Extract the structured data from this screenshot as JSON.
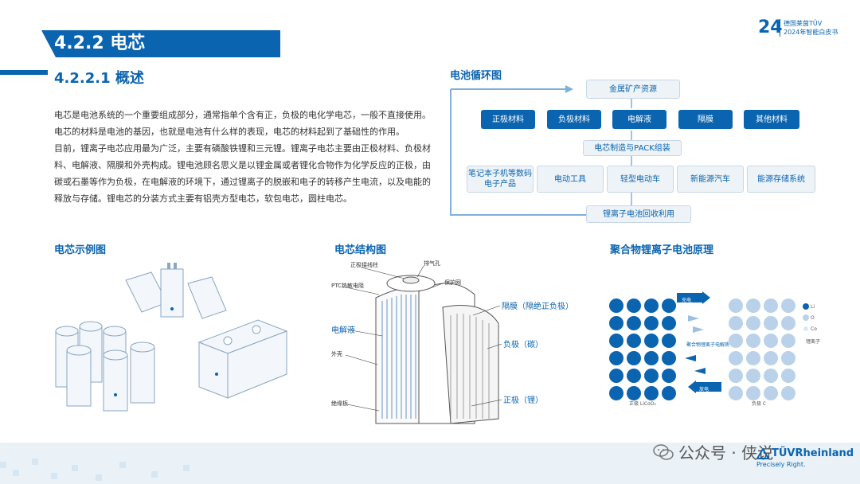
{
  "header": {
    "section_title": "4.2.2 电芯",
    "subsection_num": "4.2.2.1",
    "subsection_label": "概述",
    "page_number": "24",
    "brand_line1": "德国莱茵TÜV",
    "brand_line2": "2024年智能白皮书"
  },
  "body": {
    "paragraphs": [
      "电芯是电池系统的一个重要组成部分，通常指单个含有正，负极的电化学电芯，一般不直接使用。电芯的材料是电池的基因，也就是电池有什么样的表现，电芯的材料起到了基础性的作用。",
      "目前，锂离子电芯应用最为广泛，主要有磷酸铁锂和三元锂。锂离子电芯主要由正极材料、负极材料、电解液、隔膜和外壳构成。锂电池顾名思义是以锂金属或者锂化合物作为化学反应的正极，由碳或石墨等作为负极，在电解液的环境下，通过锂离子的脱嵌和电子的转移产生电流，以及电能的释放与存储。锂电芯的分装方式主要有铝壳方型电芯，软包电芯，圆柱电芯。"
    ]
  },
  "cycle": {
    "title": "电池循环图",
    "top": "金属矿产资源",
    "materials": [
      "正极材料",
      "负极材料",
      "电解液",
      "隔膜",
      "其他材料"
    ],
    "manufacturing": "电芯制造与PACK组装",
    "apps": [
      "笔记本子机等数码电子产品",
      "电动工具",
      "轻型电动车",
      "新能源汽车",
      "能源存储系统"
    ],
    "recycle": "锂离子电池回收利用"
  },
  "examples": {
    "title": "电芯示例图"
  },
  "structure": {
    "title": "电芯结构图",
    "labels": {
      "positive_terminal": "正极接线柱",
      "vent": "排气孔",
      "ptc": "PTC热敏电阻",
      "protection_net": "保护网",
      "separator": "隔膜（隔绝正负极）",
      "electrolyte": "电解液",
      "casing": "外壳",
      "negative": "负极（碳）",
      "positive": "正极（锂）",
      "insulator": "绝缘板"
    }
  },
  "principle": {
    "title": "聚合物锂离子电池原理",
    "charge": "充电",
    "discharge": "放电",
    "legend": [
      "Li",
      "O",
      "Co",
      "锂离子"
    ],
    "center_label": "聚合物锂离子电解质",
    "left_label": "正极 LiCoO₂",
    "right_label": "负极 C"
  },
  "footer": {
    "wechat_label": "公众号 · 侠说",
    "brand_name": "TÜVRheinland",
    "tagline": "Precisely Right."
  },
  "colors": {
    "primary": "#0a64b0",
    "light_fill": "#eef3f8"
  }
}
